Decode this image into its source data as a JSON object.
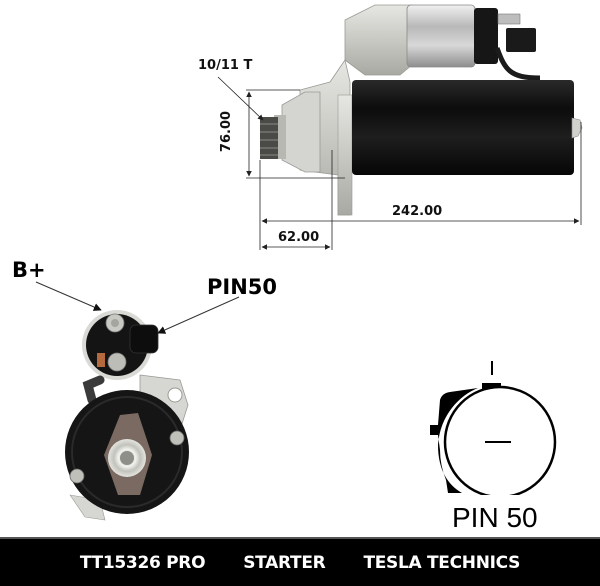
{
  "product_image": {
    "side_view": {
      "dimensions": {
        "teeth_label": "10/11 T",
        "height_label": "76.00",
        "length_label": "242.00",
        "flange_offset_label": "62.00"
      }
    },
    "end_view": {
      "callouts": {
        "battery_terminal": "B+",
        "signal_terminal": "PIN50"
      }
    },
    "connector_diagram": {
      "caption": "PIN 50"
    }
  },
  "footer": {
    "part_number": "TT15326 PRO",
    "category": "STARTER",
    "brand": "TESLA TECHNICS"
  },
  "colors": {
    "footer_bg": "#000000",
    "footer_text": "#ffffff",
    "motor_body": "#111111",
    "housing": "#cfcfcb"
  }
}
